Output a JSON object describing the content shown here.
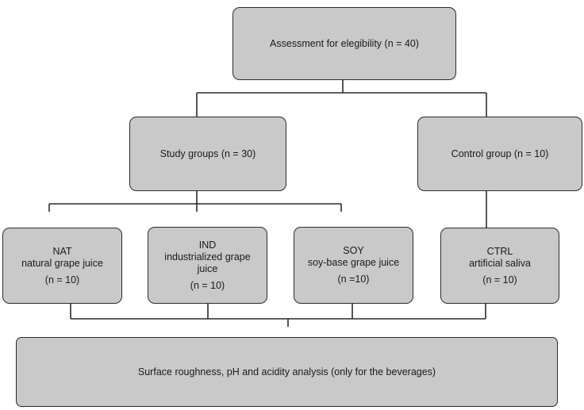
{
  "diagram": {
    "top": {
      "label": "Assessment for elegibility (n = 40)"
    },
    "study": {
      "label": "Study groups (n = 30)"
    },
    "control": {
      "label": "Control group (n = 10)"
    },
    "groups": [
      {
        "code": "NAT",
        "desc": "natural grape juice",
        "n": "(n = 10)"
      },
      {
        "code": "IND",
        "desc": "industrialized grape juice",
        "n": "(n = 10)"
      },
      {
        "code": "SOY",
        "desc": "soy-base grape juice",
        "n": "(n =10)"
      },
      {
        "code": "CTRL",
        "desc": "artificial saliva",
        "n": "(n = 10)"
      }
    ],
    "bottom": {
      "label": "Surface roughness, pH and acidity analysis (only for the beverages)"
    }
  }
}
